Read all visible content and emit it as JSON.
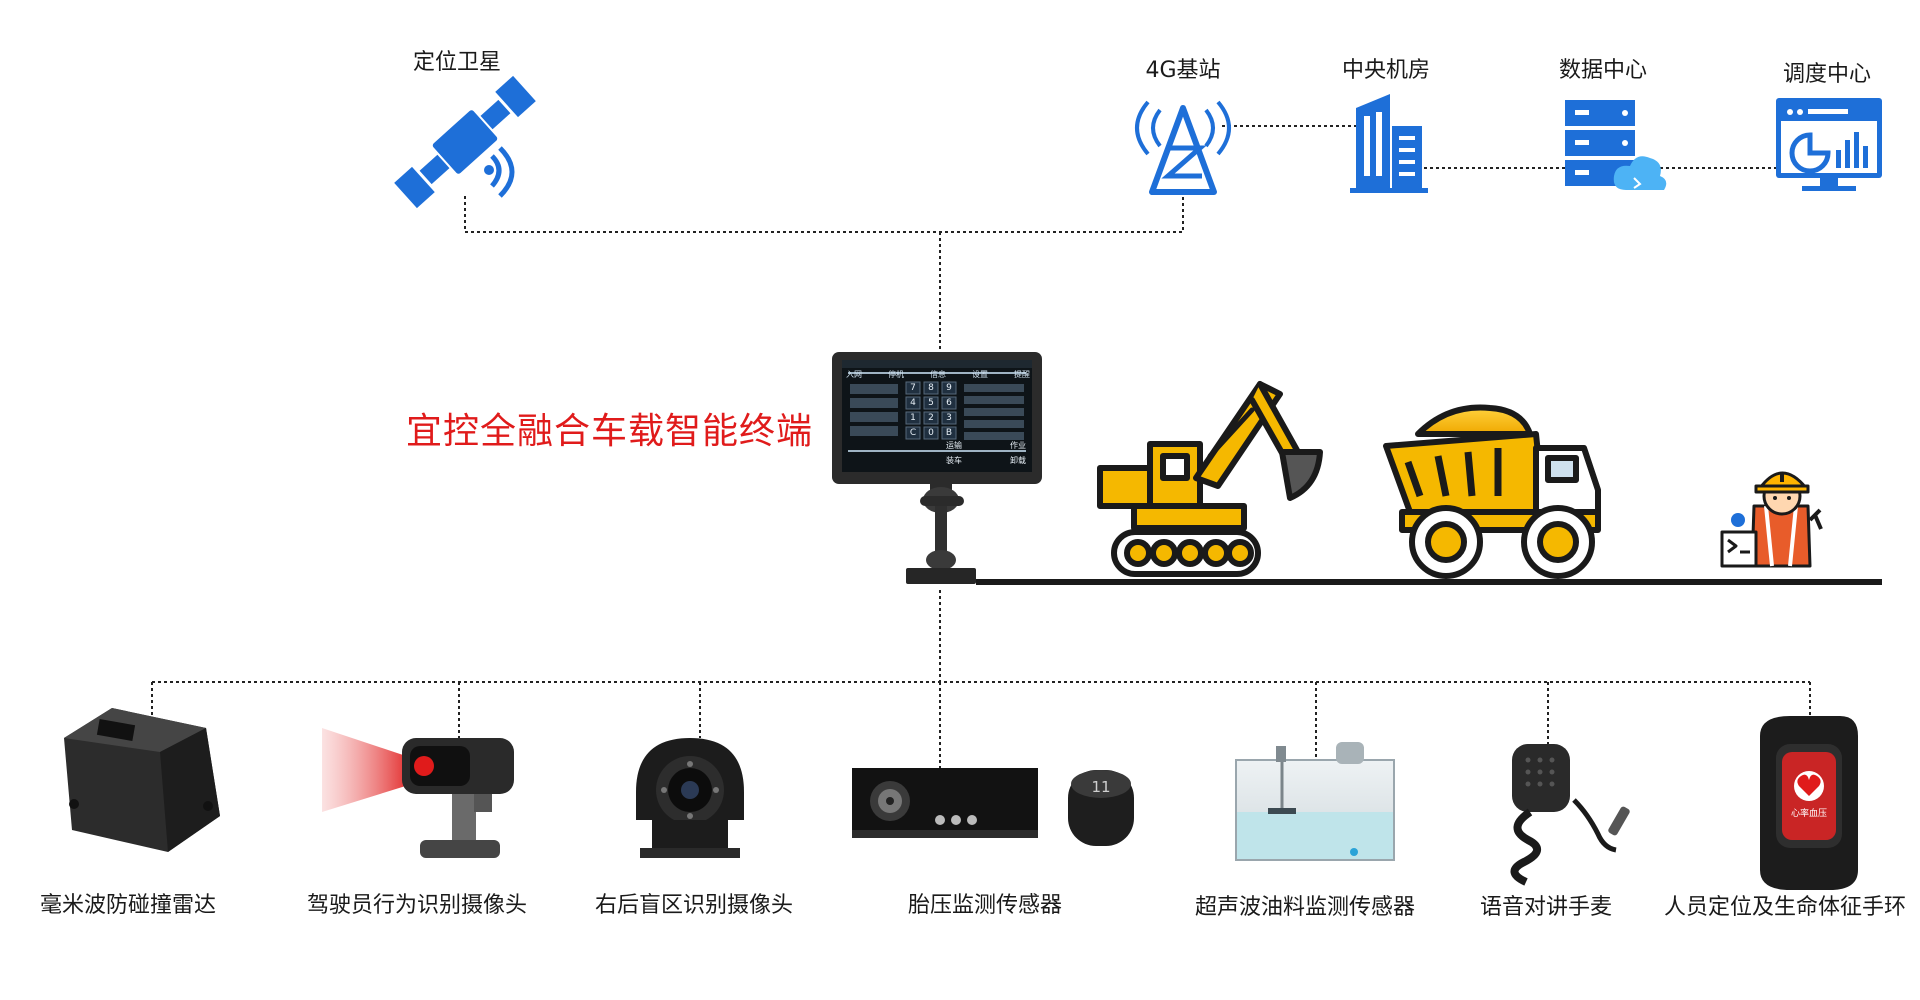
{
  "top_nodes": {
    "satellite": "定位卫星",
    "base_station": "4G基站",
    "machine_room": "中央机房",
    "data_center": "数据中心",
    "dispatch_center": "调度中心"
  },
  "terminal": {
    "title": "宜控全融合车载智能终端",
    "screen": {
      "tabs": [
        "入网",
        "停机",
        "信息",
        "设置",
        "提醒"
      ],
      "keys": [
        "7",
        "8",
        "9",
        "4",
        "5",
        "6",
        "1",
        "2",
        "3",
        "C",
        "0",
        "B"
      ],
      "buttons": [
        "装车",
        "卸载",
        "运输",
        "作业"
      ]
    }
  },
  "devices": [
    {
      "label": "毫米波防碰撞雷达"
    },
    {
      "label": "驾驶员行为识别摄像头"
    },
    {
      "label": "右后盲区识别摄像头"
    },
    {
      "label": "胎压监测传感器",
      "badge": "11"
    },
    {
      "label": "超声波油料监测传感器"
    },
    {
      "label": "语音对讲手麦"
    },
    {
      "label": "人员定位及生命体征手环",
      "watch_text": "心率血压"
    }
  ],
  "colors": {
    "icon_blue": "#1e6fd8",
    "title_red": "#e01b1b",
    "machine_yellow": "#f5b800",
    "line_dark": "#222222"
  }
}
